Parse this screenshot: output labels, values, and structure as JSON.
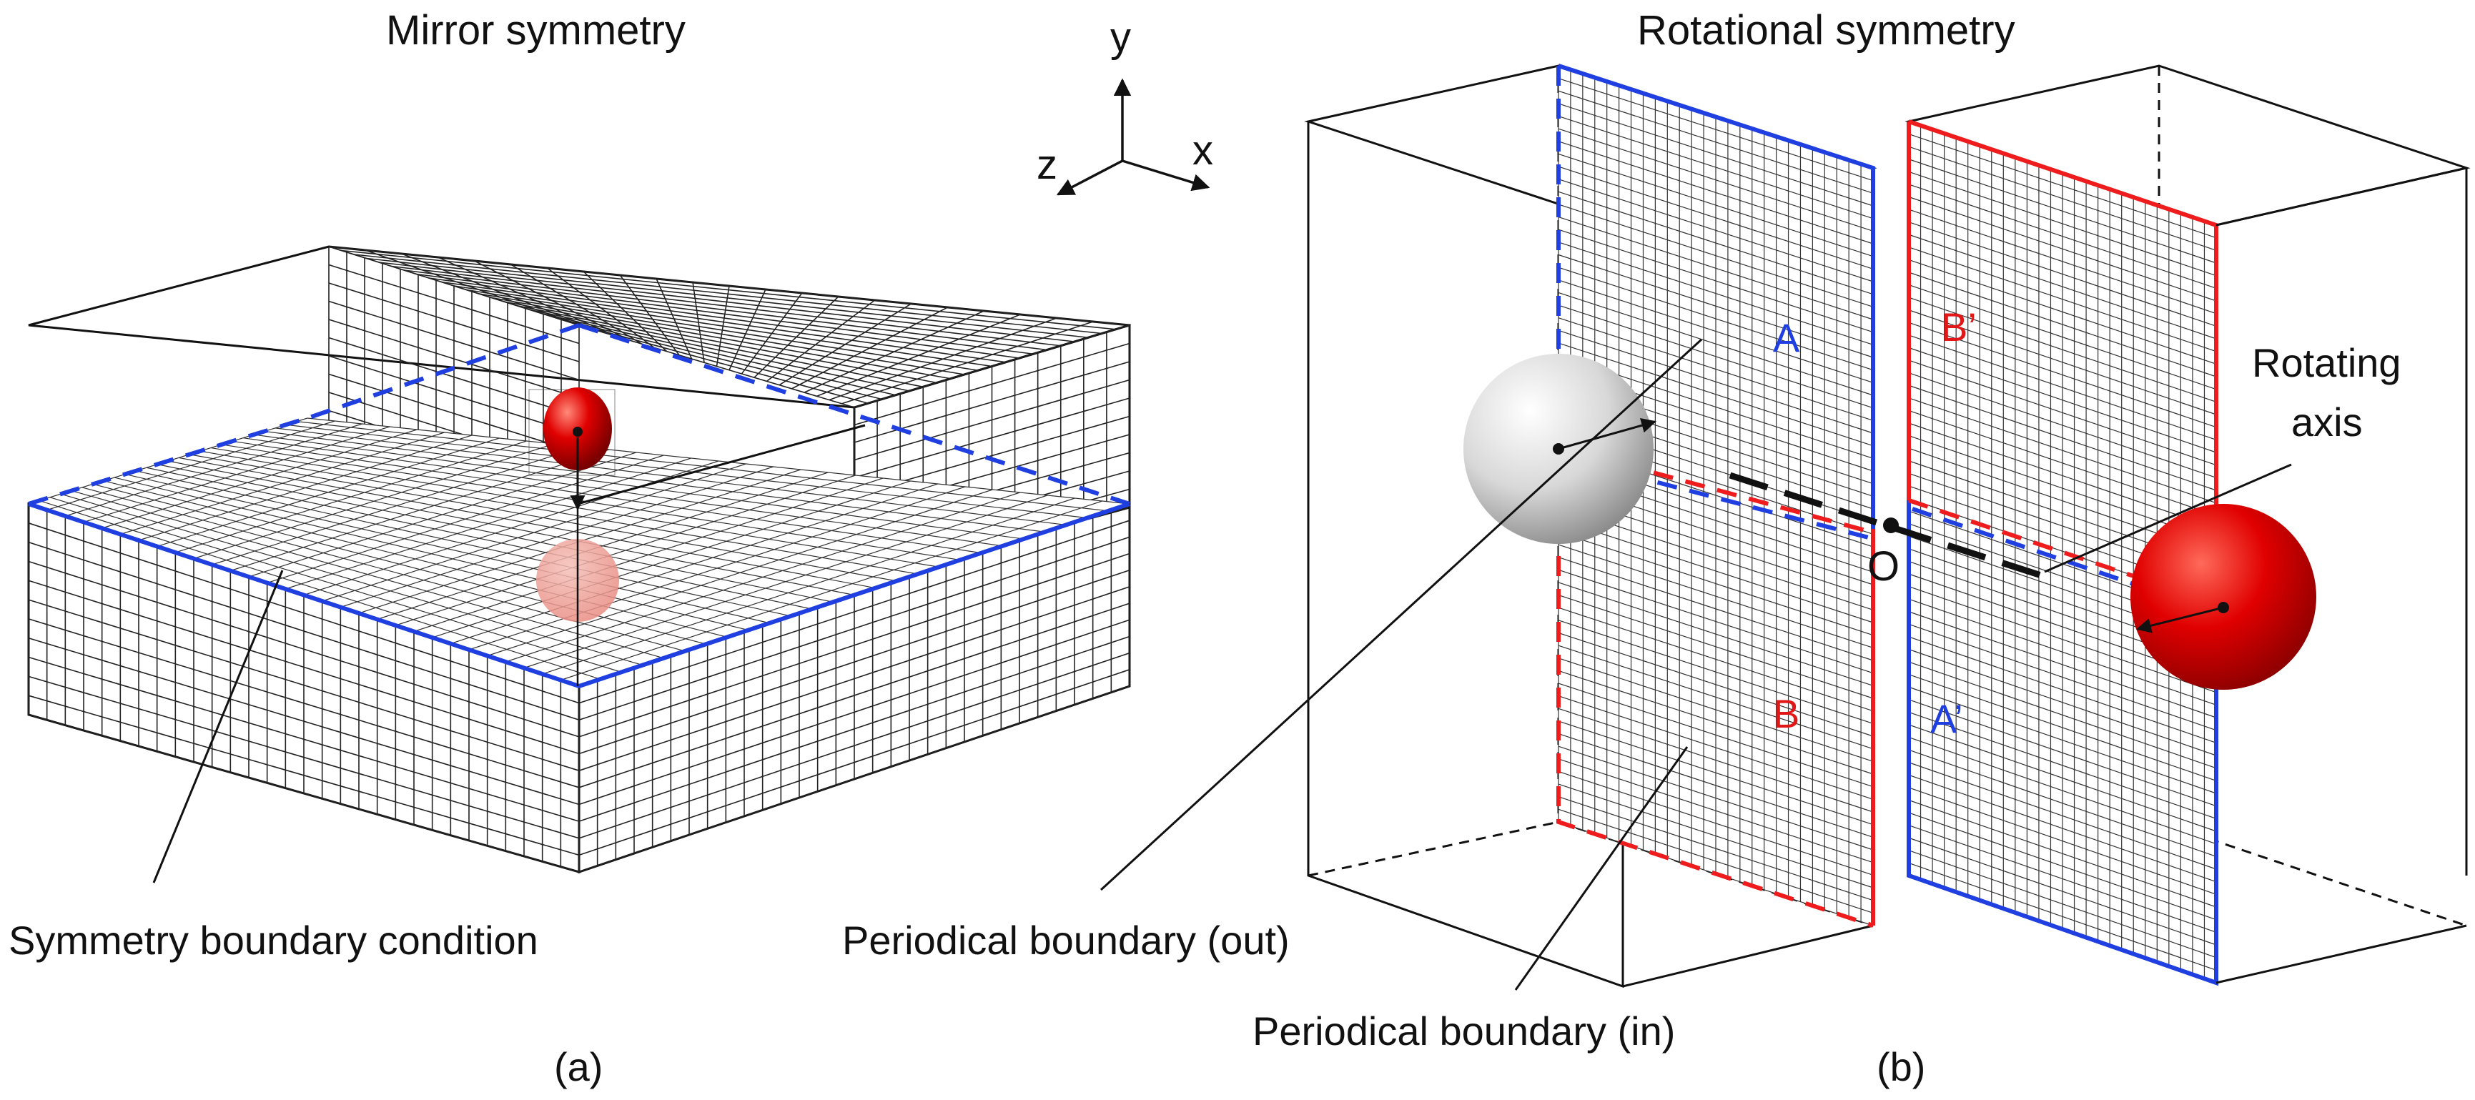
{
  "panel_a": {
    "title": "Mirror symmetry",
    "caption": "(a)",
    "callout": "Symmetry boundary condition"
  },
  "axes": {
    "y": "y",
    "x": "x",
    "z": "z"
  },
  "panel_b": {
    "title": "Rotational symmetry",
    "caption": "(b)",
    "label_A": "A",
    "label_B": "B",
    "label_Bp": "B’",
    "label_Ap": "A’",
    "origin": "O",
    "rotating_axis_line1": "Rotating",
    "rotating_axis_line2": "axis",
    "callout_out": "Periodical boundary (out)",
    "callout_in": "Periodical boundary (in)"
  },
  "colors": {
    "boundary_blue": "#1f3fe0",
    "boundary_red": "#ee1c1c",
    "particle_red": "#e00000",
    "particle_grey": "#cfcfcf"
  }
}
